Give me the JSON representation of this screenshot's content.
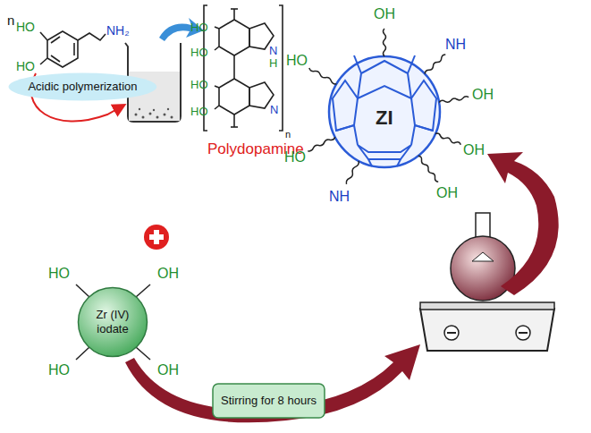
{
  "diagram": {
    "nodes": [
      {
        "text": [
          "Acidic polymerization"
        ]
      },
      {
        "text": [
          "Zr (IV) iodate"
        ]
      },
      {
        "text": [
          "Stirring for 8 hours"
        ]
      }
    ],
    "labels": [
      "n",
      "HO",
      "HO",
      "NH₂",
      "HO",
      "HO",
      "N",
      "H",
      "HO",
      "HO",
      "N",
      "n",
      "Polydopamine",
      "HO",
      "OH",
      "HO",
      "OH",
      "OH",
      "NH",
      "HO",
      "ZI",
      "OH",
      "HO",
      "OH",
      "NH",
      "OH"
    ]
  }
}
